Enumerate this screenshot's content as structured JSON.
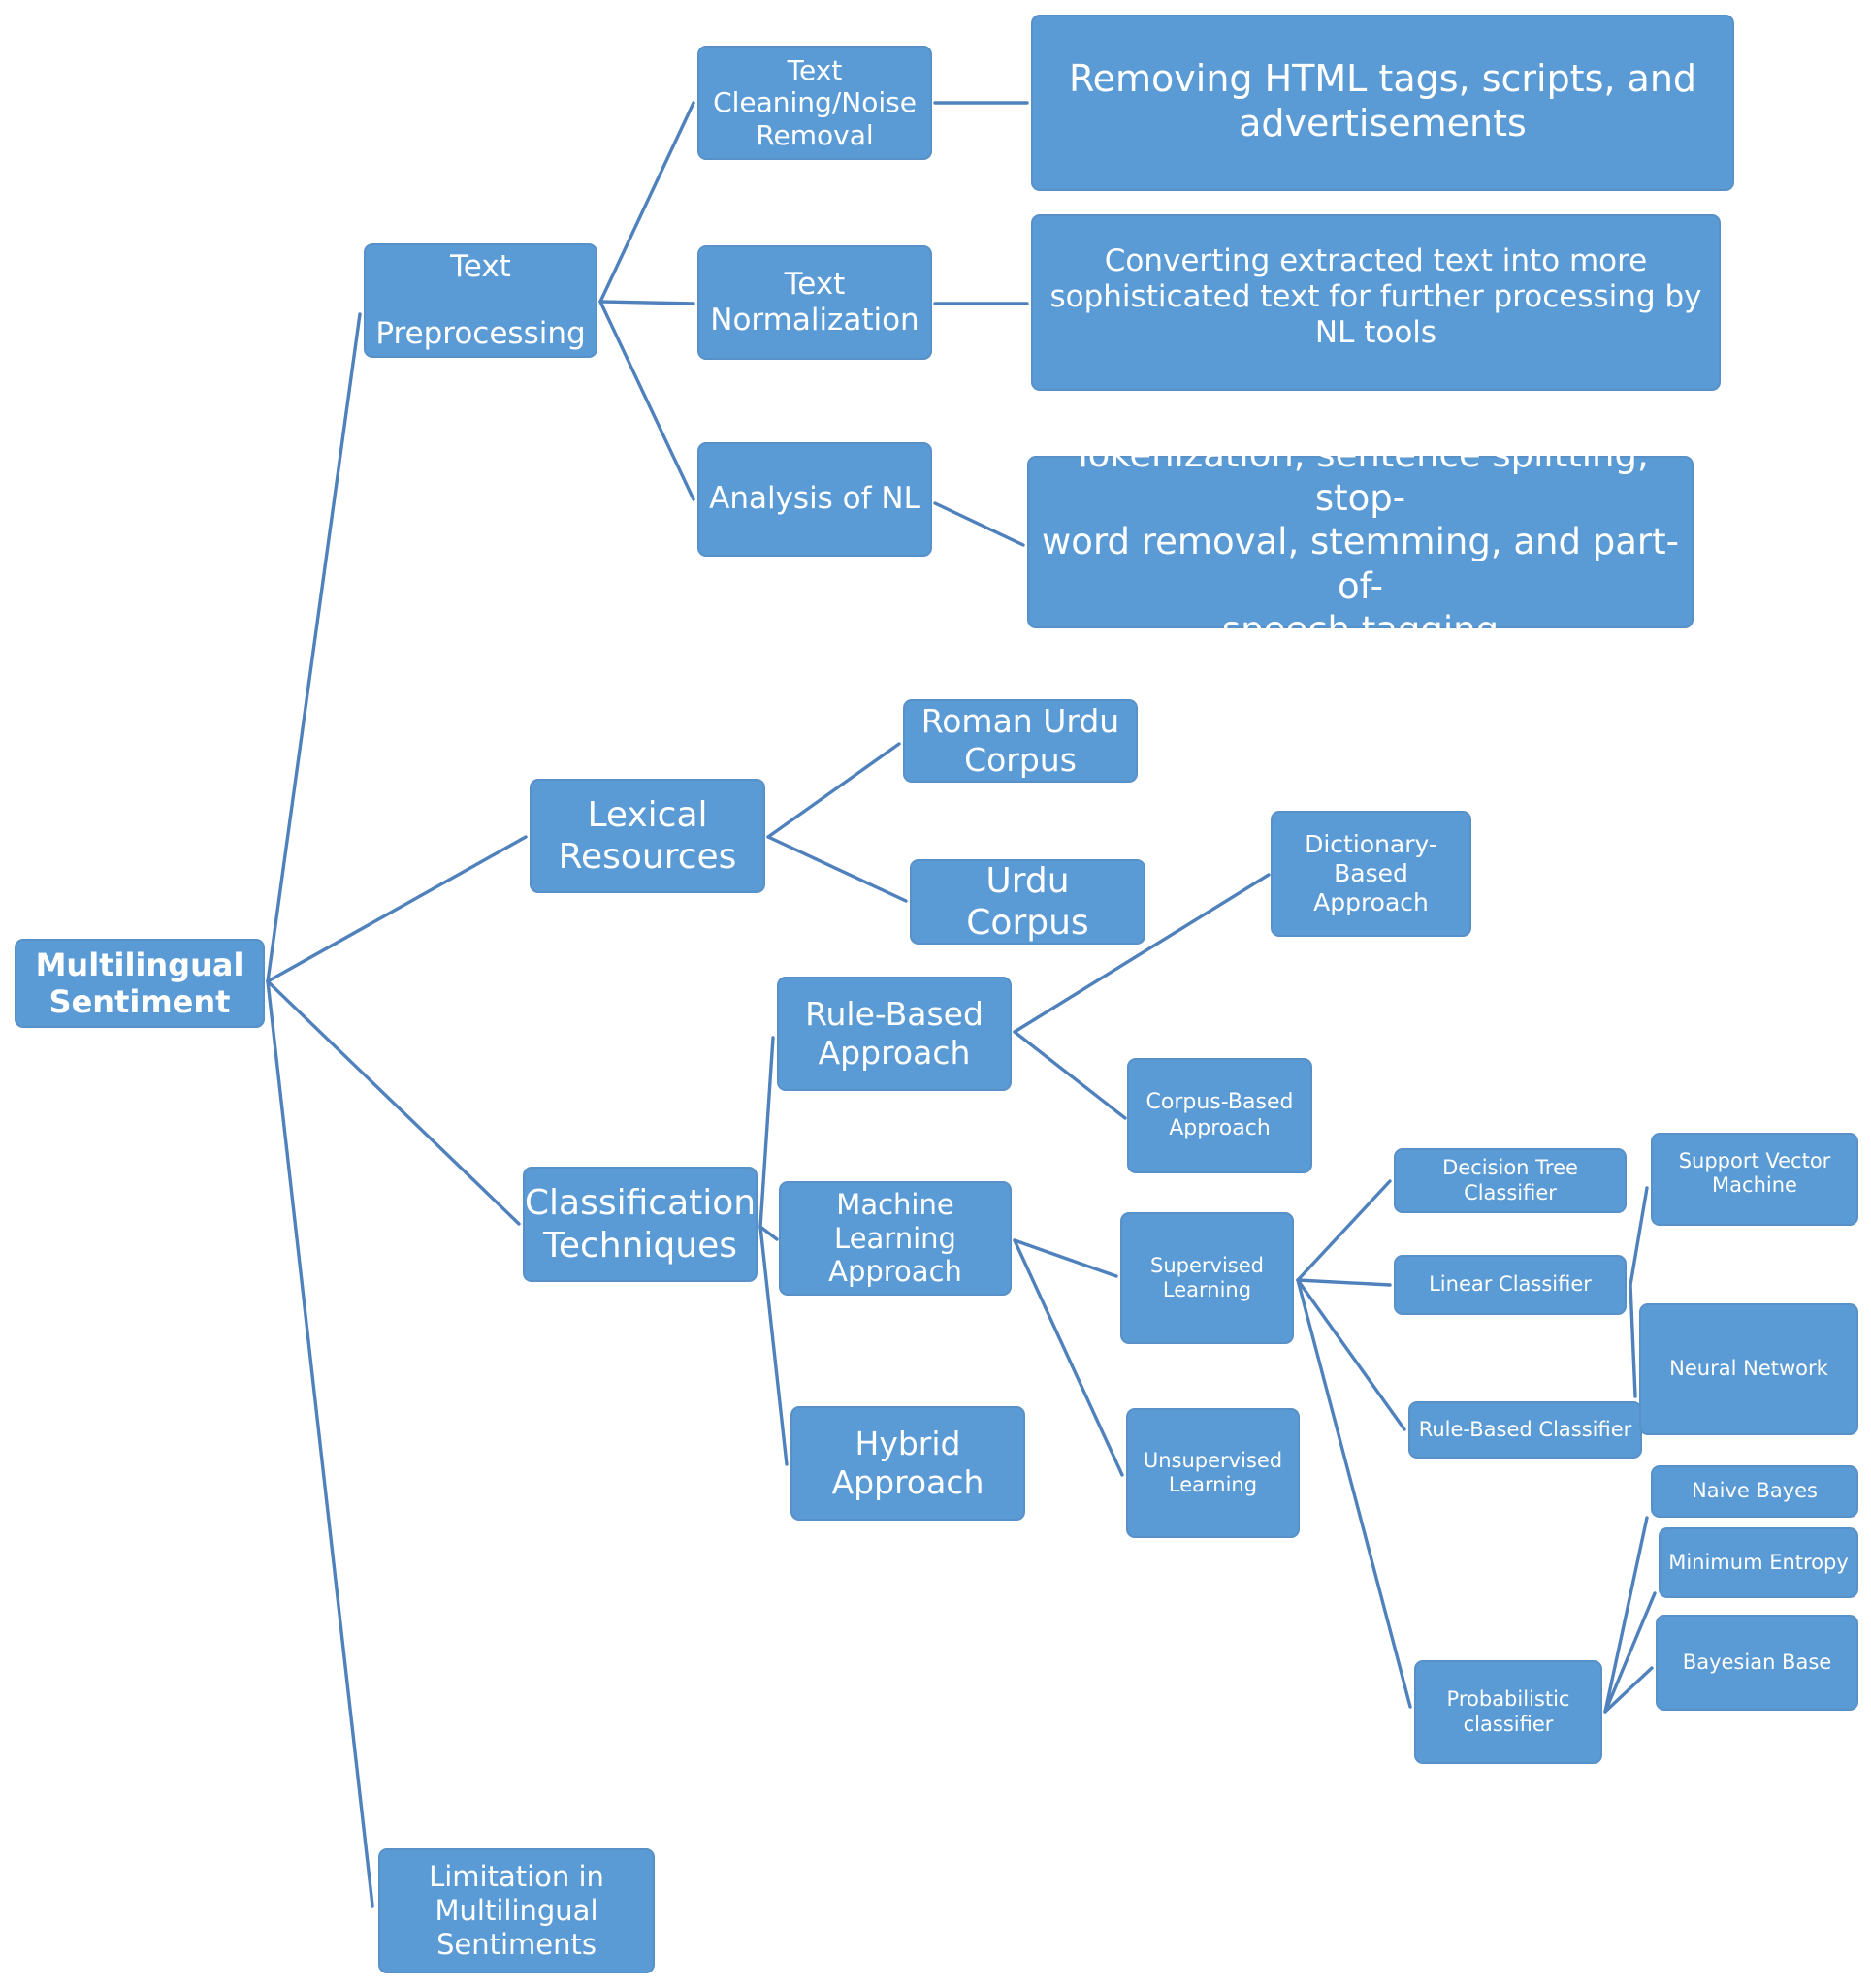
{
  "nodes": {
    "root": "Multilingual\nSentiment",
    "text_preprocessing": "Text\n\nPreprocessing",
    "text_cleaning": "Text\nCleaning/Noise\nRemoval",
    "text_cleaning_desc": "Removing HTML tags, scripts, and\nadvertisements",
    "text_normalization": "Text\nNormalization",
    "text_normalization_desc": "Converting extracted text into more\nsophisticated text for further processing by\nNL tools",
    "analysis_nl": "Analysis of NL",
    "analysis_nl_desc": "Tokenization, sentence splitting, stop-\nword removal, stemming, and part-of-\nspeech tagging",
    "lexical_resources": "Lexical\nResources",
    "roman_urdu_corpus": "Roman Urdu\nCorpus",
    "urdu_corpus": "Urdu Corpus",
    "classification_techniques": "Classification\nTechniques",
    "rule_based_approach": "Rule-Based\nApproach",
    "dictionary_based": "Dictionary-Based\nApproach",
    "corpus_based": "Corpus-Based\nApproach",
    "ml_approach": "Machine\nLearning\nApproach",
    "supervised_learning": "Supervised\nLearning",
    "unsupervised_learning": "Unsupervised\nLearning",
    "hybrid_approach": "Hybrid\nApproach",
    "decision_tree": "Decision Tree Classifier",
    "linear_classifier": "Linear Classifier",
    "rule_based_classifier": "Rule-Based Classifier",
    "probabilistic_classifier": "Probabilistic\nclassifier",
    "svm": "Support Vector\nMachine",
    "neural_network": "Neural Network",
    "naive_bayes": "Naive Bayes",
    "minimum_entropy": "Minimum Entropy",
    "bayesian_base": "Bayesian Base",
    "limitation": "Limitation in\nMultilingual\nSentiments"
  },
  "colors": {
    "node_fill": "#5b9bd5",
    "node_border": "#5890c8",
    "connector": "#4f81bd",
    "text": "#ffffff"
  }
}
